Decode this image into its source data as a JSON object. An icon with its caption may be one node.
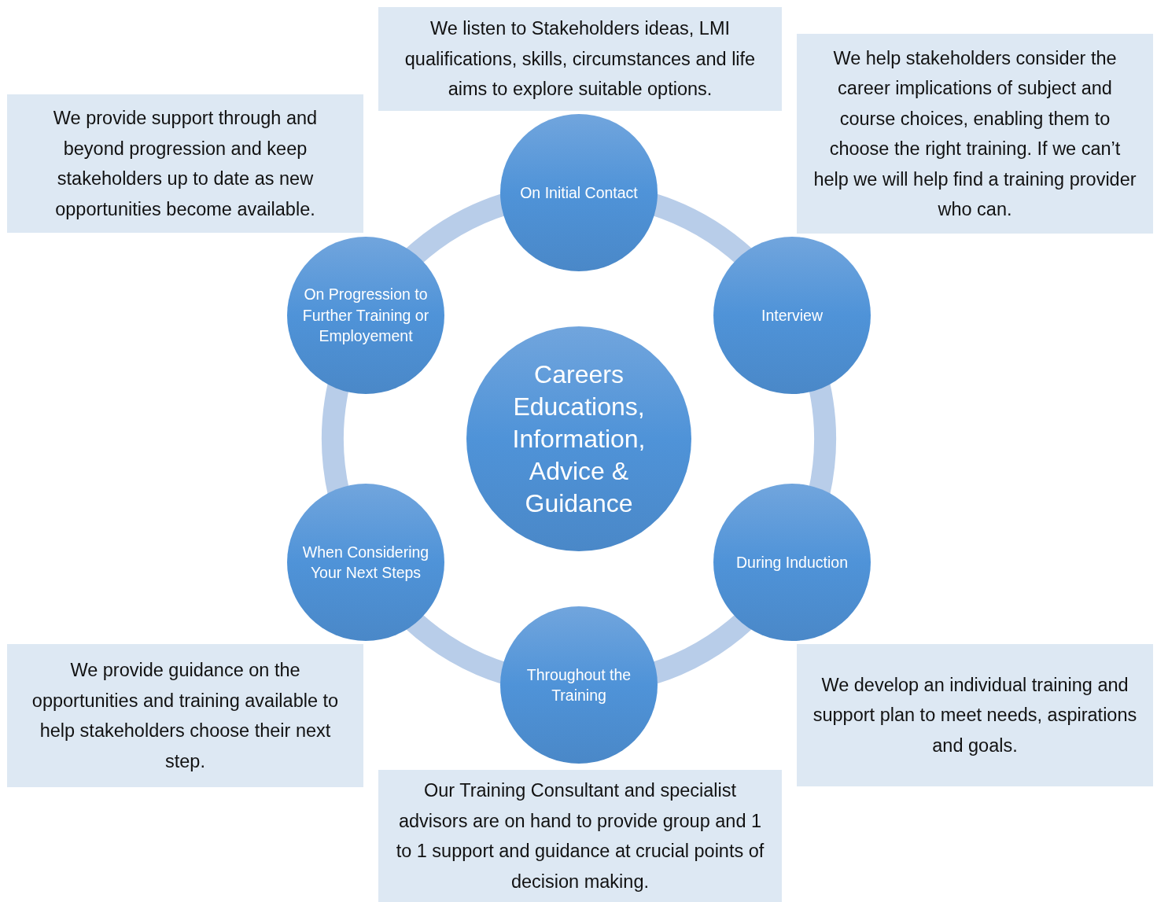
{
  "diagram": {
    "nodes": [
      {
        "text": [
          "We listen to Stakeholders ideas, LMI qualifications, skills, circumstances and life aims to explore suitable options."
        ]
      },
      {
        "text": [
          "On Initial Contact"
        ]
      },
      {
        "text": [
          "We help stakeholders consider the career implications of subject and course choices, enabling them to choose the right training.  If we can’t help we will help find a training provider who can."
        ]
      },
      {
        "text": [
          "We provide support through and beyond progression and keep stakeholders up to date as new opportunities become available."
        ]
      },
      {
        "text": [
          "On Progression to Further Training or Employement"
        ]
      },
      {
        "text": [
          "Interview"
        ]
      },
      {
        "text": [
          "Careers Educations, Information, Advice & Guidance"
        ]
      },
      {
        "text": [
          "When Considering Your Next Steps"
        ]
      },
      {
        "text": [
          "During Induction"
        ]
      },
      {
        "text": [
          "We provide guidance on the opportunities and training available to help stakeholders choose their next step."
        ]
      },
      {
        "text": [
          "Throughout the Training"
        ]
      },
      {
        "text": [
          "We develop an individual training and support plan to meet needs, aspirations and goals."
        ]
      },
      {
        "text": [
          "Our Training Consultant and specialist advisors are on hand to provide group and 1 to 1 support and guidance at crucial points of decision making."
        ]
      }
    ],
    "edges": [
      {
        "from": 1,
        "to": 5,
        "arrow": "none"
      },
      {
        "from": 5,
        "to": 8,
        "arrow": "none"
      },
      {
        "from": 8,
        "to": 10,
        "arrow": "none"
      },
      {
        "from": 10,
        "to": 7,
        "arrow": "none"
      },
      {
        "from": 7,
        "to": 4,
        "arrow": "none"
      },
      {
        "from": 4,
        "to": 1,
        "arrow": "none"
      }
    ]
  }
}
